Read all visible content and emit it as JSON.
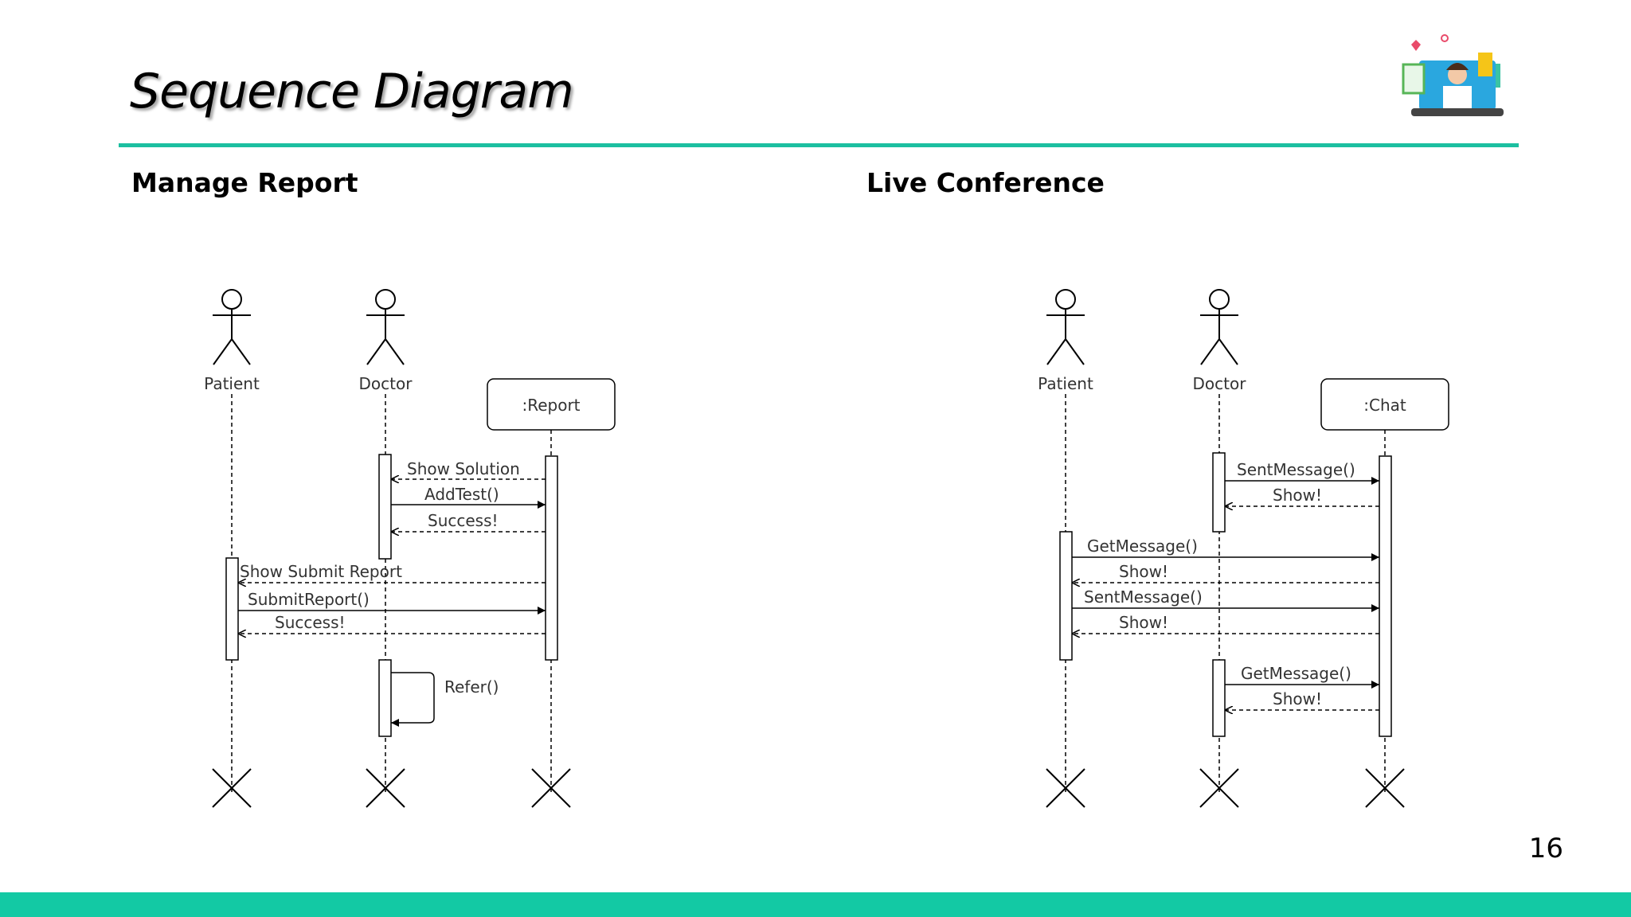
{
  "slide": {
    "title": "Sequence Diagram",
    "page_number": "16",
    "accent_color": "#1cbfa0",
    "footer_color": "#13c9a4",
    "logo_icon": "doctor-laptop-icon"
  },
  "diagrams": [
    {
      "heading": "Manage Report",
      "participants": [
        {
          "label": "Patient",
          "kind": "actor"
        },
        {
          "label": "Doctor",
          "kind": "actor"
        },
        {
          "label": ":Report",
          "kind": "object"
        }
      ],
      "messages": [
        {
          "label": "Show Solution",
          "from": 2,
          "to": 1,
          "type": "return"
        },
        {
          "label": "AddTest()",
          "from": 1,
          "to": 2,
          "type": "call"
        },
        {
          "label": "Success!",
          "from": 2,
          "to": 1,
          "type": "return"
        },
        {
          "label": "Show Submit Report",
          "from": 2,
          "to": 0,
          "type": "return"
        },
        {
          "label": "SubmitReport()",
          "from": 0,
          "to": 2,
          "type": "call"
        },
        {
          "label": "Success!",
          "from": 2,
          "to": 0,
          "type": "return"
        },
        {
          "label": "Refer()",
          "from": 1,
          "to": 1,
          "type": "self"
        }
      ]
    },
    {
      "heading": "Live Conference",
      "participants": [
        {
          "label": "Patient",
          "kind": "actor"
        },
        {
          "label": "Doctor",
          "kind": "actor"
        },
        {
          "label": ":Chat",
          "kind": "object"
        }
      ],
      "messages": [
        {
          "label": "SentMessage()",
          "from": 1,
          "to": 2,
          "type": "call"
        },
        {
          "label": "Show!",
          "from": 2,
          "to": 1,
          "type": "return"
        },
        {
          "label": "GetMessage()",
          "from": 0,
          "to": 2,
          "type": "call"
        },
        {
          "label": "Show!",
          "from": 2,
          "to": 0,
          "type": "return"
        },
        {
          "label": "SentMessage()",
          "from": 0,
          "to": 2,
          "type": "call"
        },
        {
          "label": "Show!",
          "from": 2,
          "to": 0,
          "type": "return"
        },
        {
          "label": "GetMessage()",
          "from": 1,
          "to": 2,
          "type": "call"
        },
        {
          "label": "Show!",
          "from": 2,
          "to": 1,
          "type": "return"
        }
      ]
    }
  ]
}
